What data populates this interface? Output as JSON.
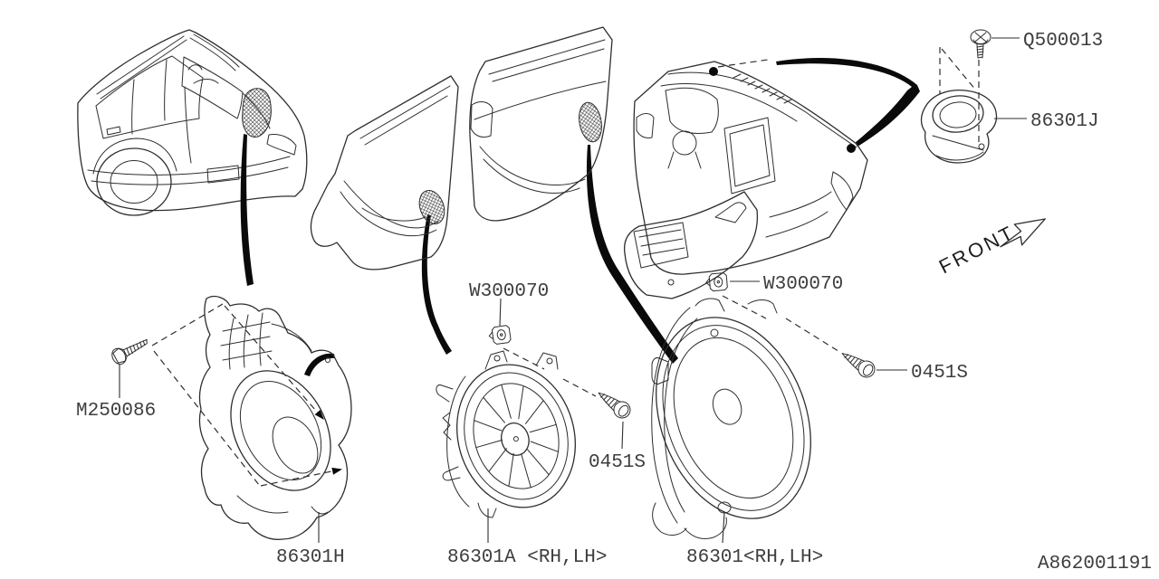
{
  "drawing": {
    "number": "A862001191",
    "front_indicator": "FRONT"
  },
  "colors": {
    "line": "#2e2e2e",
    "swoosh_black": "#0a0a0a",
    "text": "#3d3d3d",
    "background": "#ffffff"
  },
  "labels": {
    "q500013": "Q500013",
    "p86301j": "86301J",
    "w300070_center": "W300070",
    "w300070_right": "W300070",
    "m250086": "M250086",
    "s0451_center": "0451S",
    "s0451_right": "0451S",
    "p86301h": "86301H",
    "p86301a": "86301A <RH,LH>",
    "p86301": "86301<RH,LH>"
  }
}
